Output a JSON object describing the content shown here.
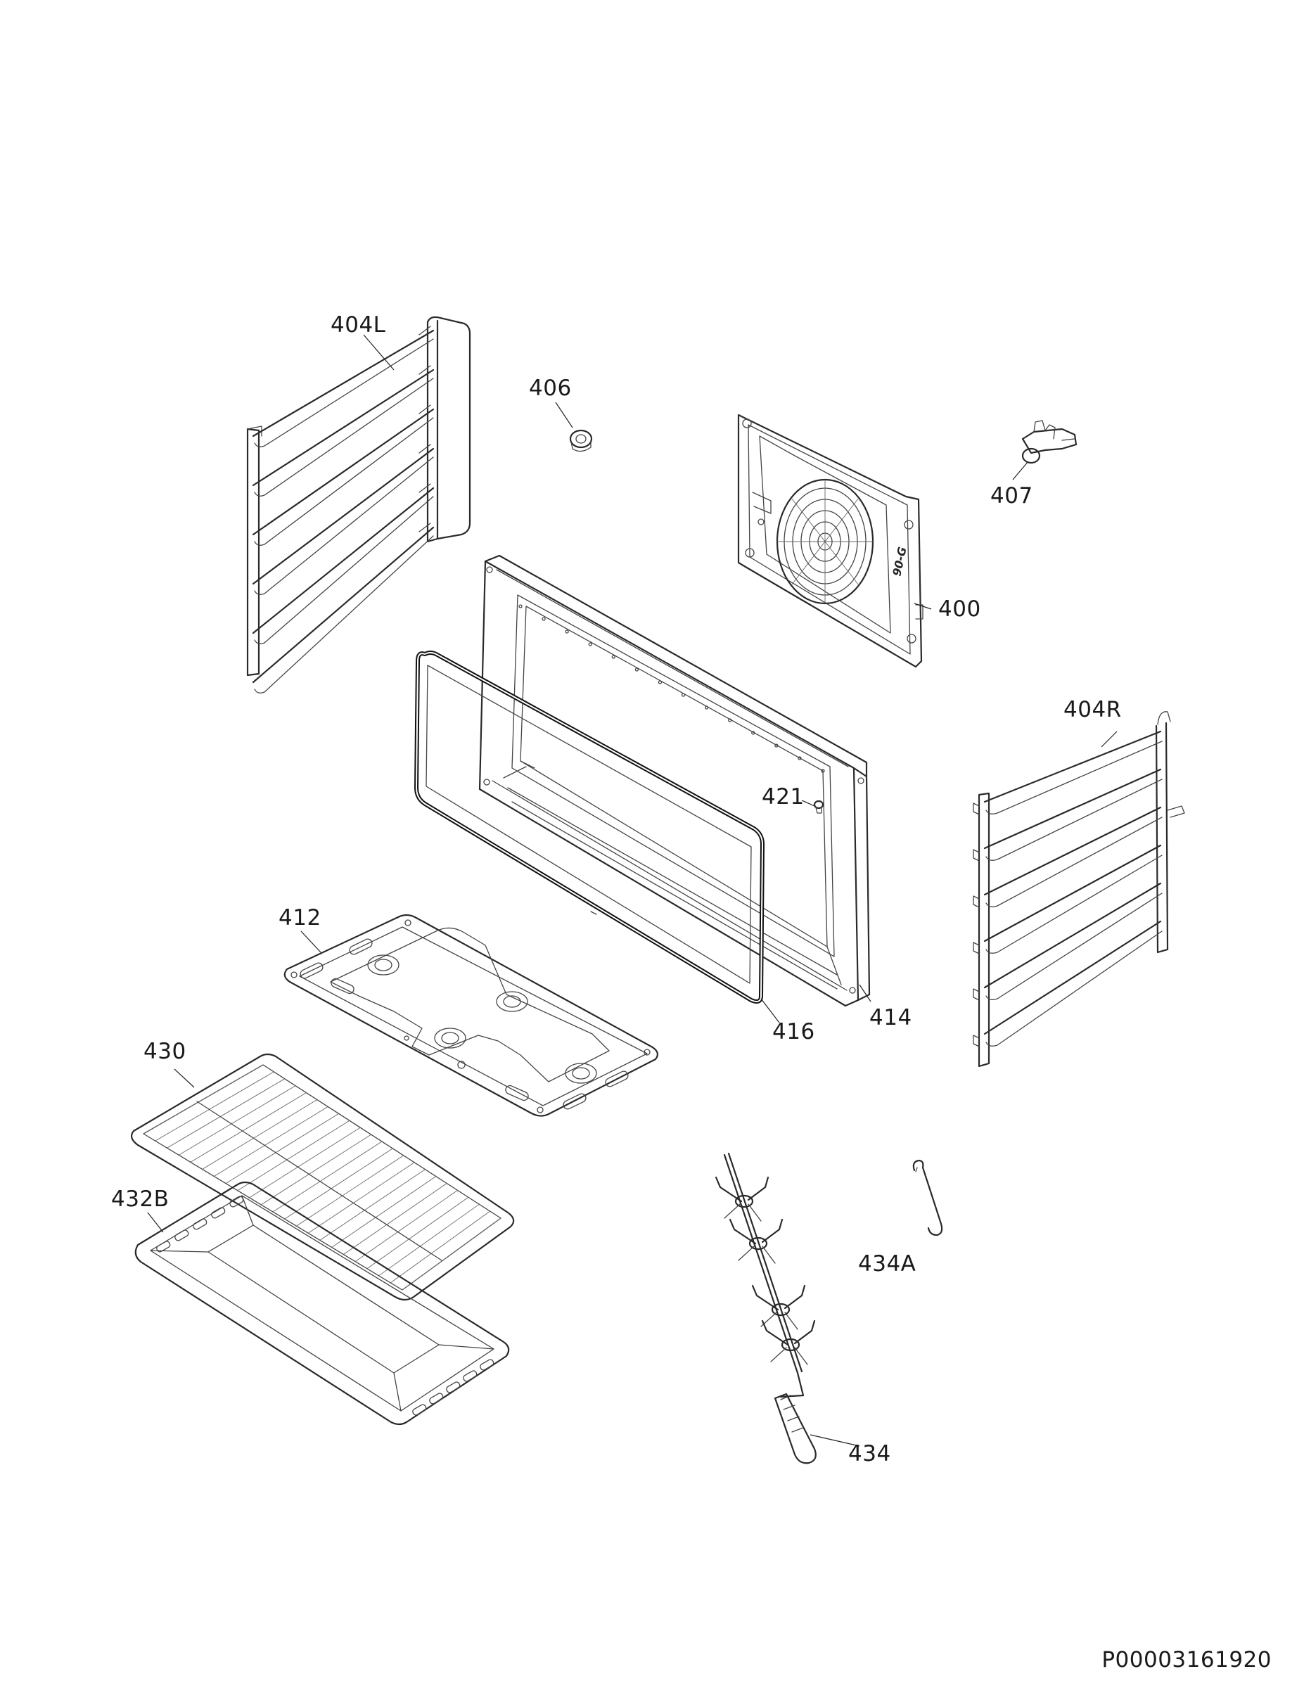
{
  "document": {
    "id": "P00003161920"
  },
  "parts": {
    "p404L": "404L",
    "p406": "406",
    "p407": "407",
    "p400": "400",
    "p404R": "404R",
    "p421": "421",
    "p412": "412",
    "p416": "416",
    "p414": "414",
    "p430": "430",
    "p432B": "432B",
    "p434A": "434A",
    "p434": "434"
  },
  "fan_cover_marking": "90-G"
}
